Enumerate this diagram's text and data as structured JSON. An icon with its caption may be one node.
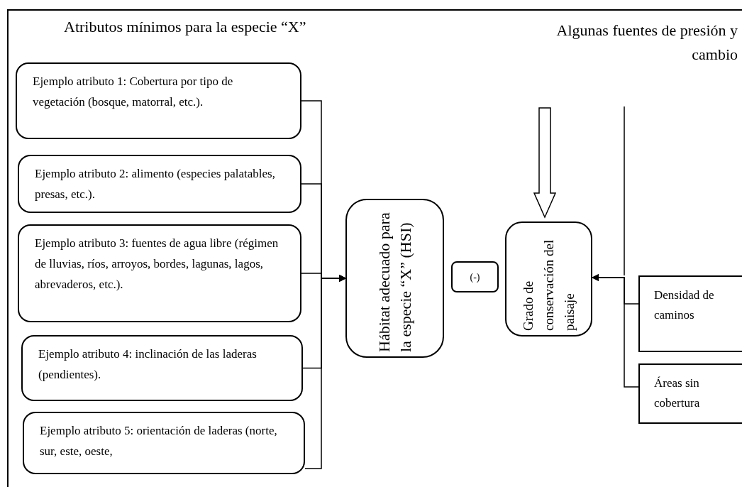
{
  "diagram": {
    "nodes": [
      {
        "text": [
          "Ejemplo atributo 1: Cobertura por tipo de vegetación (bosque, matorral, etc.)."
        ]
      },
      {
        "text": [
          "Ejemplo atributo 2: alimento (especies palatables, presas, etc.)."
        ]
      },
      {
        "text": [
          "Ejemplo atributo 3: fuentes de agua libre (régimen de lluvias, ríos, arroyos, bordes, lagunas, lagos, abrevaderos, etc.)."
        ]
      },
      {
        "text": [
          "Ejemplo atributo 4: inclinación de las laderas (pendientes)."
        ]
      },
      {
        "text": [
          "Ejemplo atributo 5: orientación de laderas (norte, sur, este, oeste,"
        ]
      },
      {
        "text": [
          "Hábitat adecuado para la especie “X” (HSI)"
        ]
      },
      {
        "text": [
          "(-)"
        ]
      },
      {
        "text": [
          "Grado de conservación del paisaje"
        ]
      },
      {
        "text": [
          "Densidad de caminos"
        ]
      },
      {
        "text": [
          "Áreas sin cobertura"
        ]
      }
    ],
    "edges": [
      {
        "from": 0,
        "to": 5,
        "arrow": "to"
      },
      {
        "from": 1,
        "to": 5,
        "arrow": "to"
      },
      {
        "from": 2,
        "to": 5,
        "arrow": "to"
      },
      {
        "from": 3,
        "to": 5,
        "arrow": "to"
      },
      {
        "from": 4,
        "to": 5,
        "arrow": "to"
      },
      {
        "from": 8,
        "to": 7,
        "arrow": "to"
      },
      {
        "from": 9,
        "to": 7,
        "arrow": "to"
      },
      {
        "from": null,
        "to": 7,
        "arrow": "to",
        "style": "thick"
      }
    ],
    "labels": [
      "Atributos mínimos para la especie “X”",
      "Algunas fuentes de presión y cambio"
    ]
  }
}
